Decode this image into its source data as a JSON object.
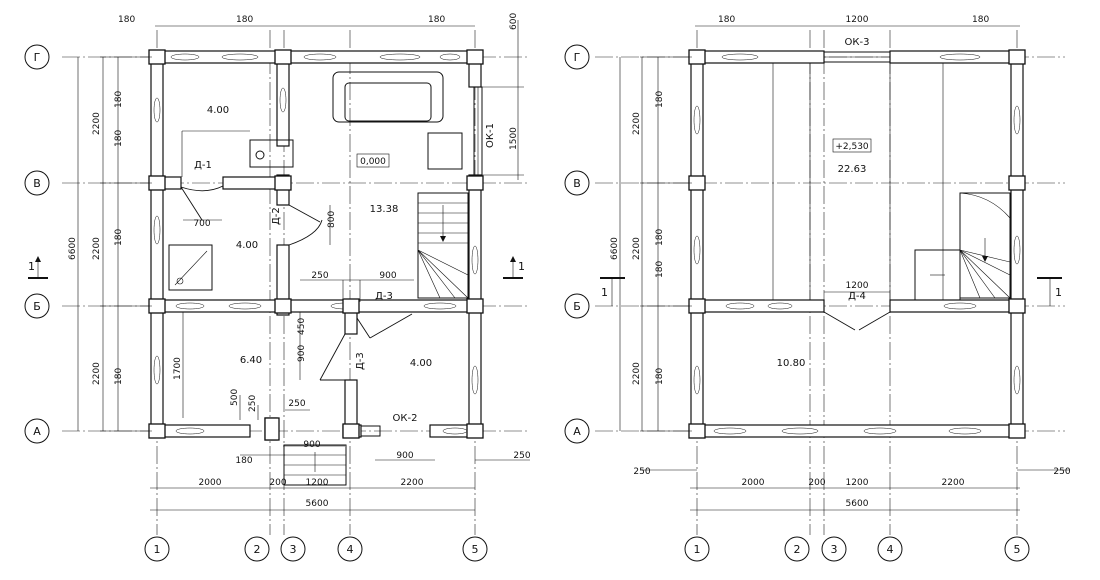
{
  "plans": [
    {
      "axes_x": [
        "1",
        "2",
        "3",
        "4",
        "5"
      ],
      "axes_y": [
        "Г",
        "В",
        "Б",
        "А"
      ],
      "top_dims": [
        "180",
        "180",
        "180",
        "600"
      ],
      "right_dims": [
        "1500"
      ],
      "left_dims_total": "6600",
      "left_dims_seg": [
        "2200",
        "2200",
        "2200"
      ],
      "left_dims_sub": [
        "180",
        "180",
        "180",
        "180",
        "1700"
      ],
      "bottom_dims": [
        "2000",
        "200",
        "1200",
        "2200"
      ],
      "bottom_total": "5600",
      "labels": {
        "room_upper": "4.00",
        "room_mid": "4.00",
        "room_main": "13.38",
        "room_lower_left": "6.40",
        "room_lower_right": "4.00",
        "level": "0,000",
        "d1": "Д-1",
        "d2": "Д-2",
        "d3a": "Д-3",
        "d3b": "Д-3",
        "ok1": "ОК-1",
        "ok2": "ОК-2",
        "dim_700": "700",
        "dim_800": "800",
        "dim_250a": "250",
        "dim_900a": "900",
        "dim_450": "450",
        "dim_900b": "900",
        "dim_500": "500",
        "dim_250b": "250",
        "dim_250c": "250",
        "dim_180": "180",
        "dim_900c": "900",
        "dim_900d": "900",
        "dim_250r": "250",
        "section_l": "1",
        "section_r": "1"
      }
    },
    {
      "axes_x": [
        "1",
        "2",
        "3",
        "4",
        "5"
      ],
      "axes_y": [
        "Г",
        "В",
        "Б",
        "А"
      ],
      "top_dims": [
        "180",
        "1200",
        "180"
      ],
      "left_dims_total": "6600",
      "left_dims_seg": [
        "2200",
        "2200",
        "2200"
      ],
      "left_dims_sub": [
        "180",
        "180",
        "180",
        "180"
      ],
      "bottom_dims": [
        "2000",
        "200",
        "1200",
        "2200"
      ],
      "bottom_total": "5600",
      "labels": {
        "ok3": "ОК-3",
        "level": "+2,530",
        "room_main": "22.63",
        "room_lower": "10.80",
        "d4": "Д-4",
        "dim_1200": "1200",
        "dim_250l": "250",
        "dim_250r": "250",
        "section_l": "1",
        "section_r": "1"
      }
    }
  ]
}
